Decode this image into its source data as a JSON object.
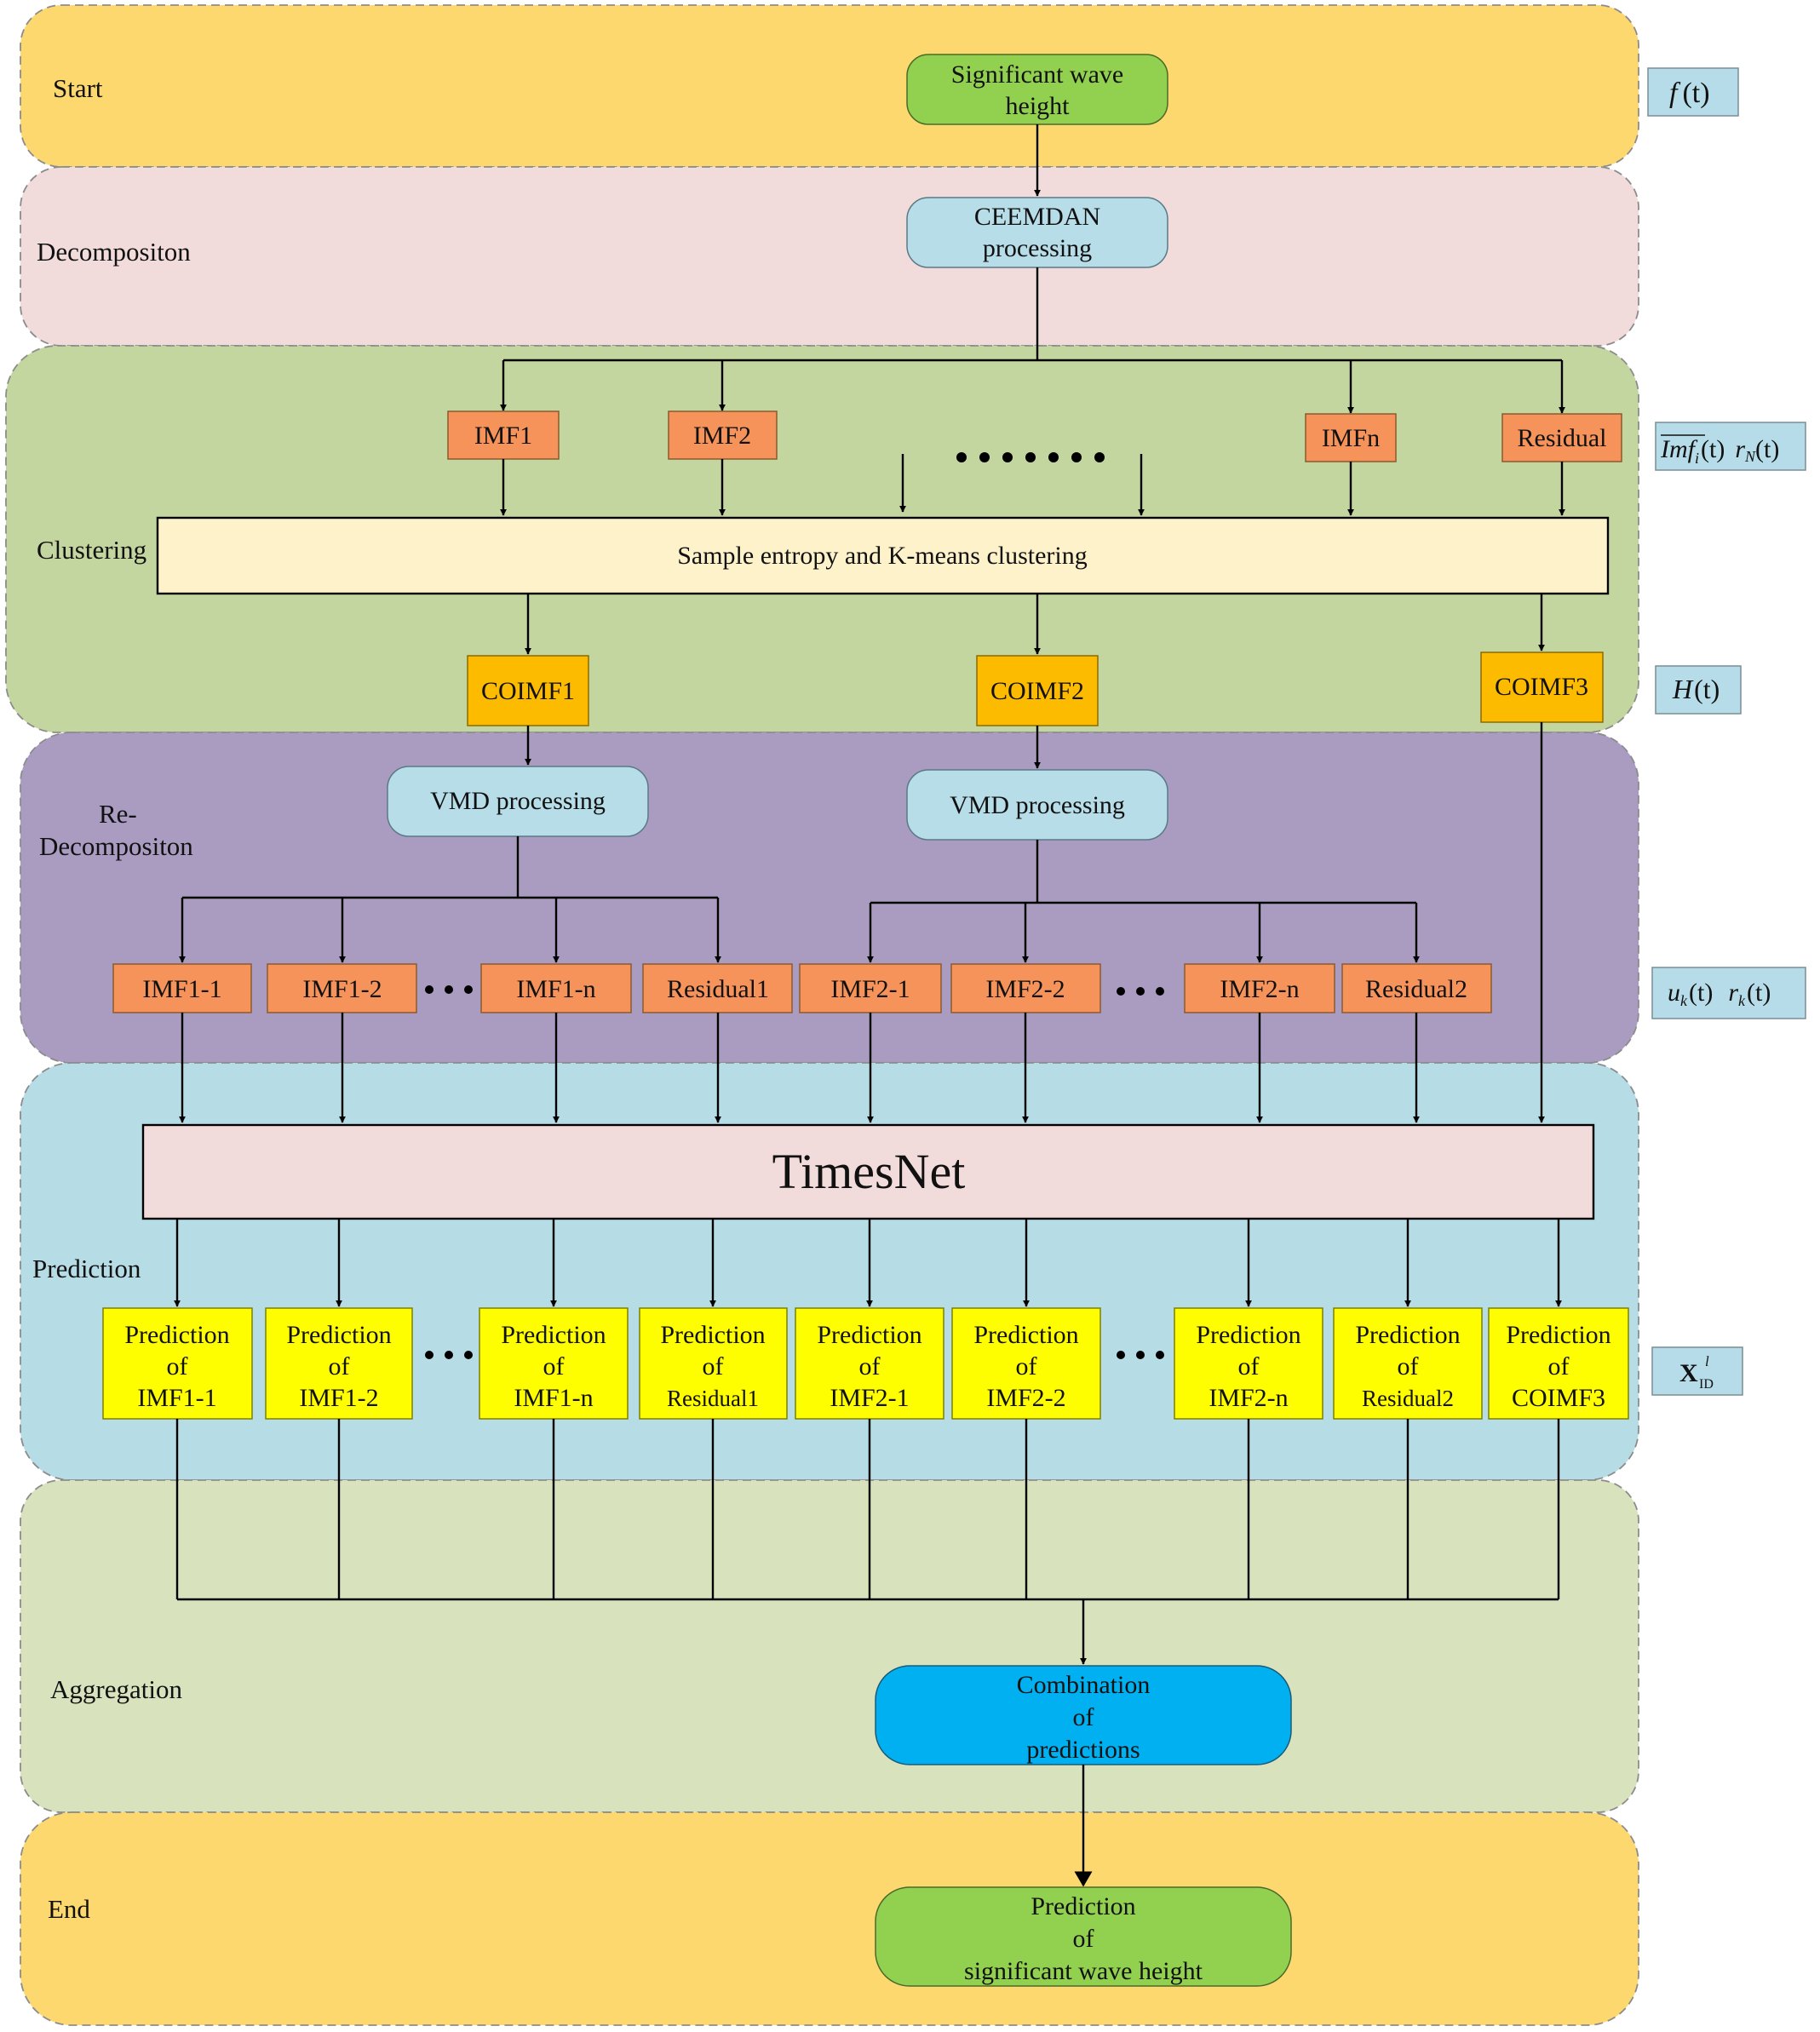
{
  "stages": {
    "start": "Start",
    "decomposition": "Decompositon",
    "clustering": "Clustering",
    "redecomposition_line1": "Re-",
    "redecomposition_line2": "Decompositon",
    "prediction": "Prediction",
    "aggregation": "Aggregation",
    "end": "End"
  },
  "nodes": {
    "input_line1": "Significant wave",
    "input_line2": "height",
    "ceemdan_line1": "CEEMDAN",
    "ceemdan_line2": "processing",
    "imf1": "IMF1",
    "imf2": "IMF2",
    "imfn": "IMFn",
    "residual": "Residual",
    "clustering_box": "Sample entropy and K-means clustering",
    "coimf1": "COIMF1",
    "coimf2": "COIMF2",
    "coimf3": "COIMF3",
    "vmd1": "VMD processing",
    "vmd2": "VMD processing",
    "imf1_1": "IMF1-1",
    "imf1_2": "IMF1-2",
    "imf1_n": "IMF1-n",
    "residual1": "Residual1",
    "imf2_1": "IMF2-1",
    "imf2_2": "IMF2-2",
    "imf2_n": "IMF2-n",
    "residual2": "Residual2",
    "timesnet": "TimesNet",
    "combination_line1": "Combination",
    "combination_line2": "of",
    "combination_line3": "predictions",
    "output_line1": "Prediction",
    "output_line2": "of",
    "output_line3": "significant wave height"
  },
  "predictions": [
    {
      "line1": "Prediction",
      "line2": "of",
      "line3": "IMF1-1"
    },
    {
      "line1": "Prediction",
      "line2": "of",
      "line3": "IMF1-2"
    },
    {
      "line1": "Prediction",
      "line2": "of",
      "line3": "IMF1-n"
    },
    {
      "line1": "Prediction",
      "line2": "of",
      "line3": "Residual1"
    },
    {
      "line1": "Prediction",
      "line2": "of",
      "line3": "IMF2-1"
    },
    {
      "line1": "Prediction",
      "line2": "of",
      "line3": "IMF2-2"
    },
    {
      "line1": "Prediction",
      "line2": "of",
      "line3": "IMF2-n"
    },
    {
      "line1": "Prediction",
      "line2": "of",
      "line3": "Residual2"
    },
    {
      "line1": "Prediction",
      "line2": "of",
      "line3": "COIMF3"
    }
  ],
  "annotations": {
    "ft": {
      "f": "f",
      "t": "(t)"
    },
    "imf_res": {
      "imf": "Imf",
      "i": "i",
      "t1": "(t)",
      "r": "r",
      "n": "N",
      "t2": "(t)"
    },
    "ht": {
      "h": "H",
      "t": "(t)"
    },
    "uk_rk": {
      "u": "u",
      "k1": "k",
      "t1": "(t)",
      "r": "r",
      "k2": "k",
      "t2": "(t)"
    },
    "xid": {
      "x": "X",
      "sup": "l",
      "sub": "ID"
    }
  },
  "colors": {
    "band_start_end": "#fdd86f",
    "band_decomposition": "#f1dcdb",
    "band_clustering": "#c4d6a0",
    "band_redecomposition": "#aa9bc1",
    "band_prediction": "#b6dce6",
    "band_aggregation": "#d8e3bd",
    "green_terminal": "#92d050",
    "light_blue_process": "#b6dde8",
    "orange_component": "#f79646",
    "gold_cluster": "#ffc000",
    "yellow_prediction": "#ffff00",
    "clustering_box": "#fef2cb",
    "timesnet_box": "#f2dcdb",
    "combination": "#00b0f0"
  }
}
